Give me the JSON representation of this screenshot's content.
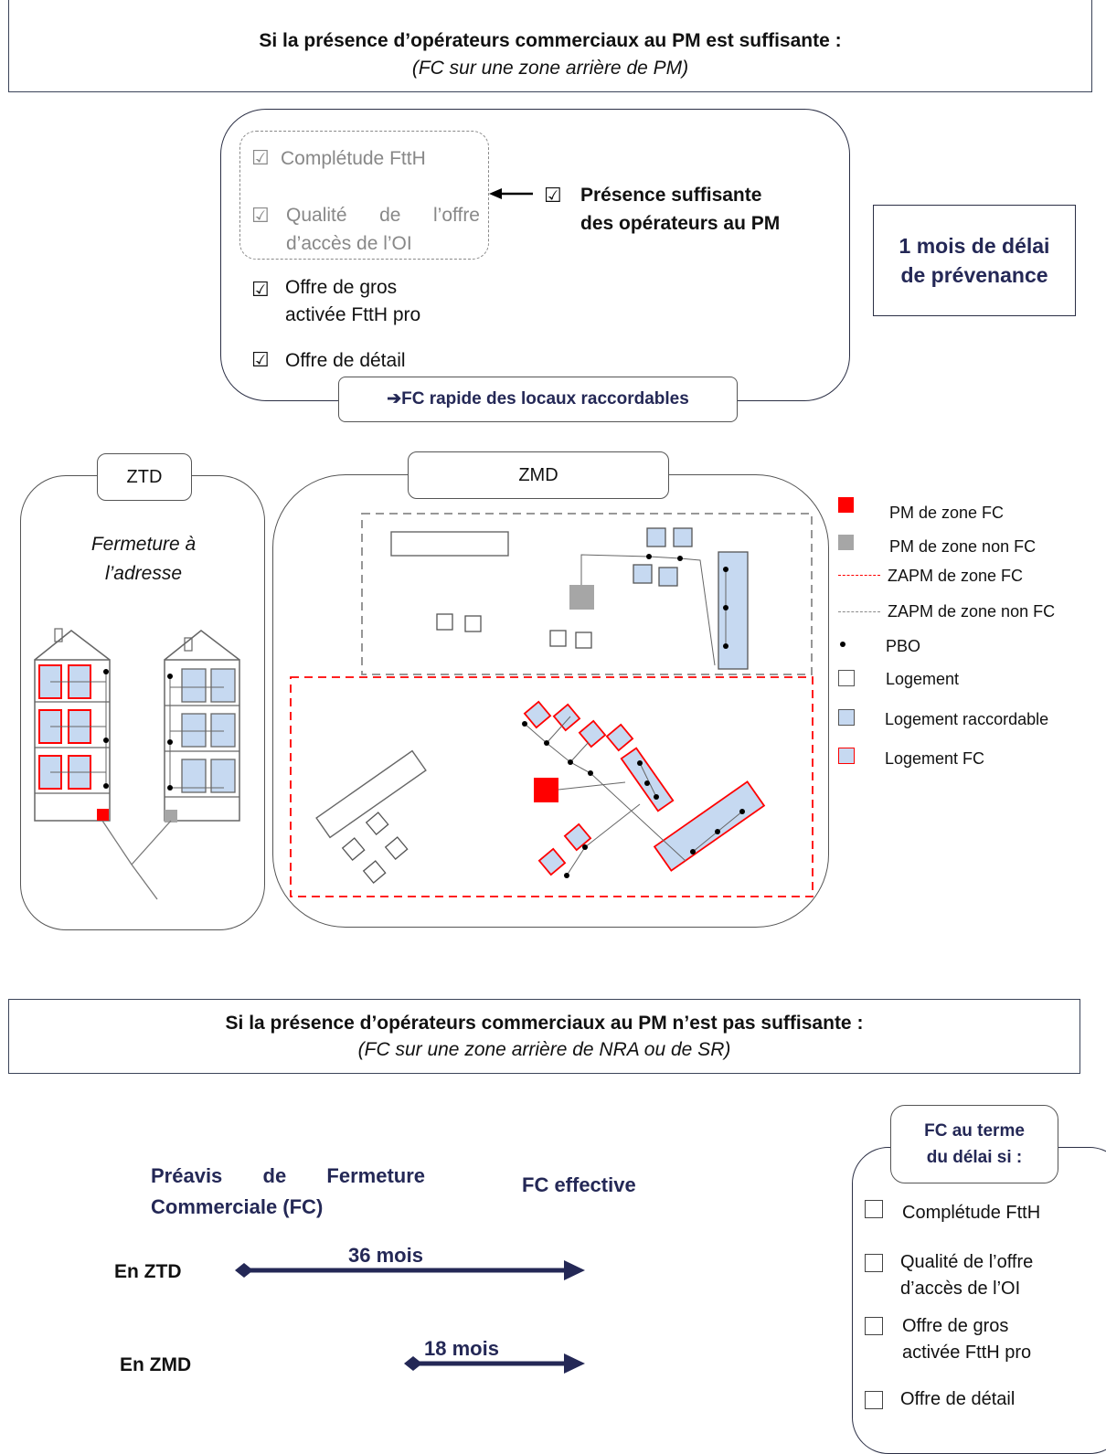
{
  "top": {
    "title": "Si la présence d’opérateurs commerciaux au PM est suffisante :",
    "subtitle": "(FC sur une zone arrière de PM)",
    "criteria": {
      "dashed": [
        "Complétude FttH",
        "Qualité de l’offre d’accès de l’OI"
      ],
      "presence": "Présence suffisante des opérateurs au PM",
      "gros": "Offre de gros activée FttH pro",
      "detail": "Offre de détail"
    },
    "arrow_label": "FC rapide des locaux raccordables",
    "delay": "1 mois de délai de prévenance"
  },
  "zones": {
    "ztd": "ZTD",
    "zmd": "ZMD",
    "ztd_note": "Fermeture à l’adresse"
  },
  "legend": [
    {
      "icon": "pm-fc",
      "label": "PM de zone FC"
    },
    {
      "icon": "pm-non-fc",
      "label": "PM de zone non FC"
    },
    {
      "icon": "zapm-fc",
      "label": "ZAPM de zone FC"
    },
    {
      "icon": "zapm-non-fc",
      "label": "ZAPM de zone non FC"
    },
    {
      "icon": "pbo",
      "label": "PBO"
    },
    {
      "icon": "logement",
      "label": "Logement"
    },
    {
      "icon": "logement-raccordable",
      "label": "Logement raccordable"
    },
    {
      "icon": "logement-fc",
      "label": "Logement FC"
    }
  ],
  "bottom": {
    "title": "Si la présence d’opérateurs commerciaux au PM n’est pas suffisante :",
    "subtitle": "(FC sur une zone arrière de NRA ou de SR)",
    "preavis": "Préavis de Fermeture Commerciale (FC)",
    "effective": "FC effective",
    "rows": [
      {
        "label": "En ZTD",
        "duration": "36 mois"
      },
      {
        "label": "En ZMD",
        "duration": "18 mois"
      }
    ],
    "panel_title": "FC au terme du délai si :",
    "conditions": [
      "Complétude FttH",
      "Qualité de l’offre d’accès de l’OI",
      "Offre de gros activée FttH pro",
      "Offre de détail"
    ]
  },
  "colors": {
    "navy": "#242856",
    "red": "#ff0000",
    "blue_fill": "#c6d9f1",
    "gray_pm": "#a6a6a6"
  }
}
